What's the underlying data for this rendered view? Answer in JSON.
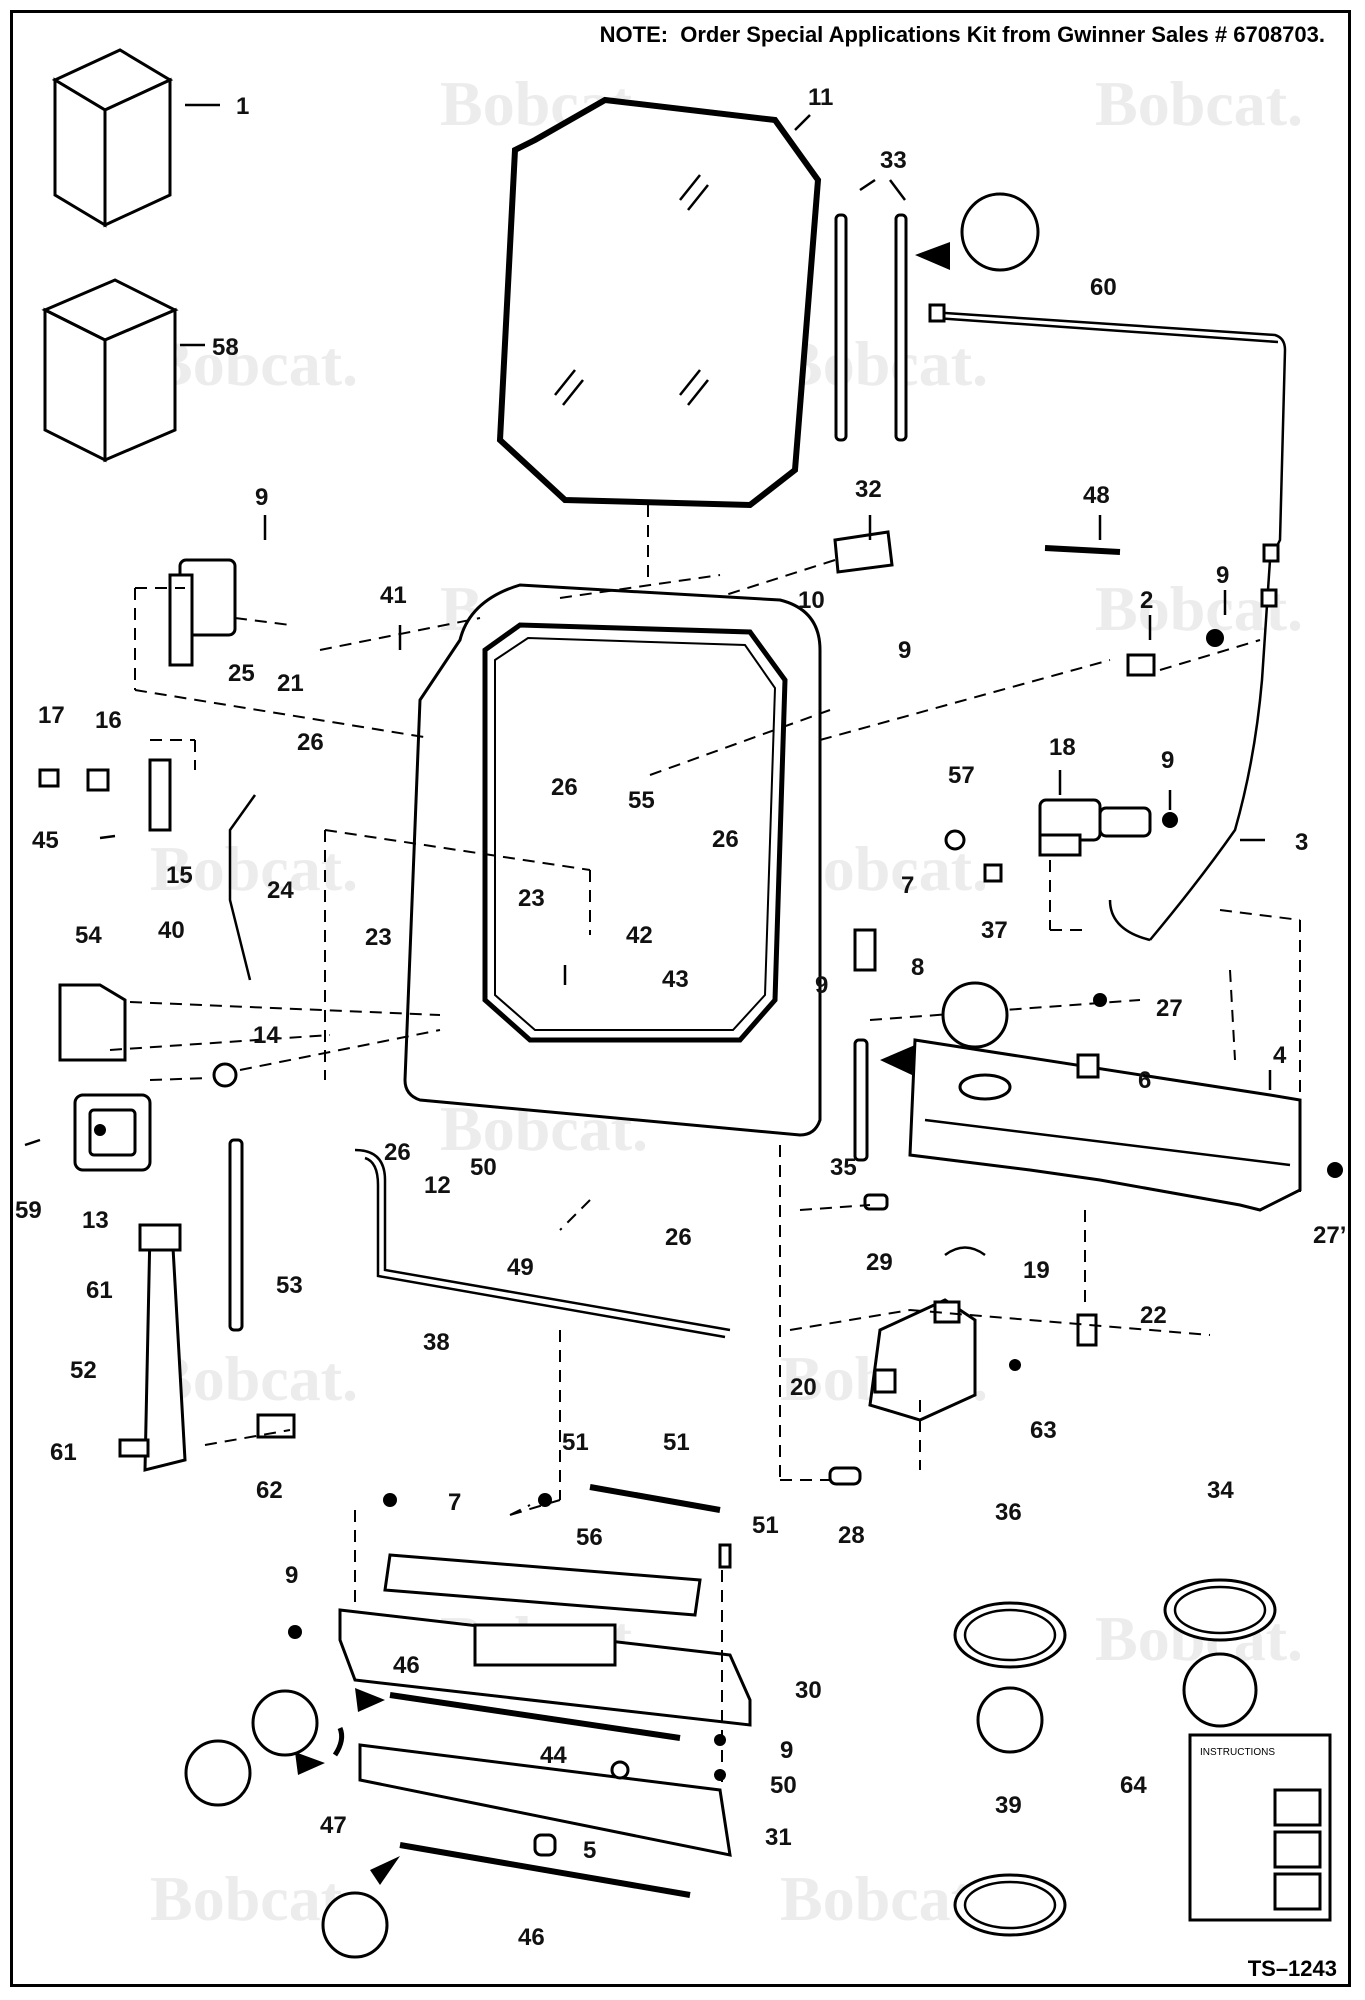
{
  "note": {
    "label": "NOTE:",
    "text": "Order Special Applications Kit from Gwinner Sales # 6708703."
  },
  "watermark": "Bobcat.",
  "figure_id": "TS–1243",
  "instructions_title": "INSTRUCTIONS",
  "callouts": [
    "1",
    "58",
    "11",
    "33",
    "60",
    "9",
    "32",
    "48",
    "41",
    "10",
    "9",
    "2",
    "9",
    "25",
    "21",
    "17",
    "16",
    "26",
    "26",
    "55",
    "26",
    "18",
    "9",
    "3",
    "45",
    "15",
    "24",
    "57",
    "7",
    "8",
    "37",
    "54",
    "40",
    "23",
    "23",
    "42",
    "43",
    "9",
    "27",
    "14",
    "4",
    "6",
    "59",
    "13",
    "26",
    "12",
    "50",
    "35",
    "29",
    "27’",
    "49",
    "26",
    "19",
    "61",
    "53",
    "38",
    "22",
    "52",
    "20",
    "63",
    "61",
    "62",
    "51",
    "51",
    "28",
    "7",
    "51",
    "56",
    "9",
    "36",
    "34",
    "46",
    "30",
    "9",
    "50",
    "44",
    "64",
    "47",
    "5",
    "31",
    "39",
    "46"
  ]
}
